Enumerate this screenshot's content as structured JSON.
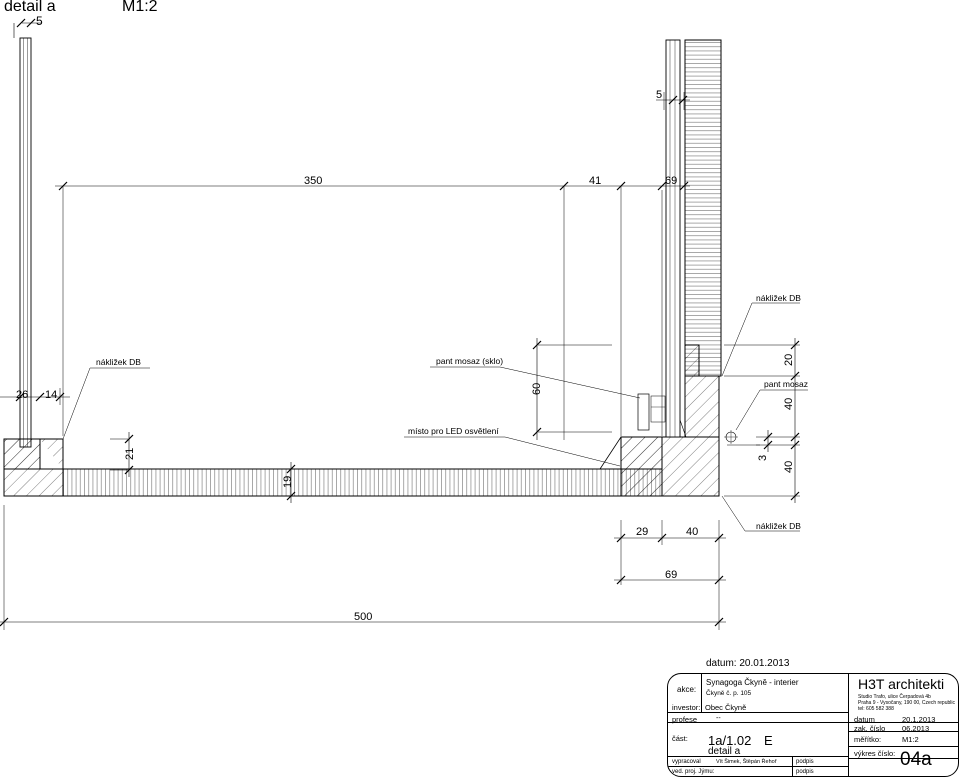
{
  "header": {
    "title": "detail a",
    "scale": "M1:2",
    "scale_note": "5"
  },
  "dimensions": {
    "top_350": "350",
    "top_41": "41",
    "top_69": "69",
    "top_5": "5",
    "left_26": "26",
    "left_14": "14",
    "v_60": "60",
    "v_21": "21",
    "v_19": "19",
    "right_20": "20",
    "right_40a": "40",
    "right_3": "3",
    "right_40b": "40",
    "bot_29": "29",
    "bot_40": "40",
    "bot_69": "69",
    "bot_500": "500"
  },
  "labels": {
    "naklizek_top": "nákližek DB",
    "naklizek_left": "nákližek DB",
    "pant_sklo": "pant mosaz (sklo)",
    "pant_mosaz": "pant mosaz",
    "led": "místo pro LED osvětlení",
    "naklizek_bottom": "nákližek DB"
  },
  "title_block": {
    "datum_top": "datum: 20.01.2013",
    "akce_label": "akce:",
    "akce_value": "Synagoga Čkyně - interier",
    "akce_sub": "Čkyně č. p. 105",
    "investor_label": "investor:",
    "investor_value": "Obec Čkyně",
    "profese_label": "profese",
    "profese_value": "--",
    "cast_label": "část:",
    "cast_value": "1a/1.02",
    "cast_letter": "E",
    "cast_detail": "detail a",
    "vypracoval_label": "vypracoval",
    "vypracoval_value": "Vít Šimek, Štěpán Řehoř",
    "podpis1": "podpis",
    "ved_label": "ved. proj. Jýmu:",
    "podpis2": "podpis",
    "company": "H3T architekti",
    "studio_1": "Studio Trafo, ulice Čerpadová 4b",
    "studio_2": "Praha 9 - Vysočany, 190 00, Czech republic",
    "studio_3": "tel: 605 582 388",
    "datum_label": "datum",
    "datum_value": "20.1.2013",
    "zak_label": "zak. číslo",
    "zak_value": "06.2013",
    "meritko_label": "měřítko:",
    "meritko_value": "M1:2",
    "vykres_label": "výkres číslo:",
    "vykres_value": "04a"
  }
}
